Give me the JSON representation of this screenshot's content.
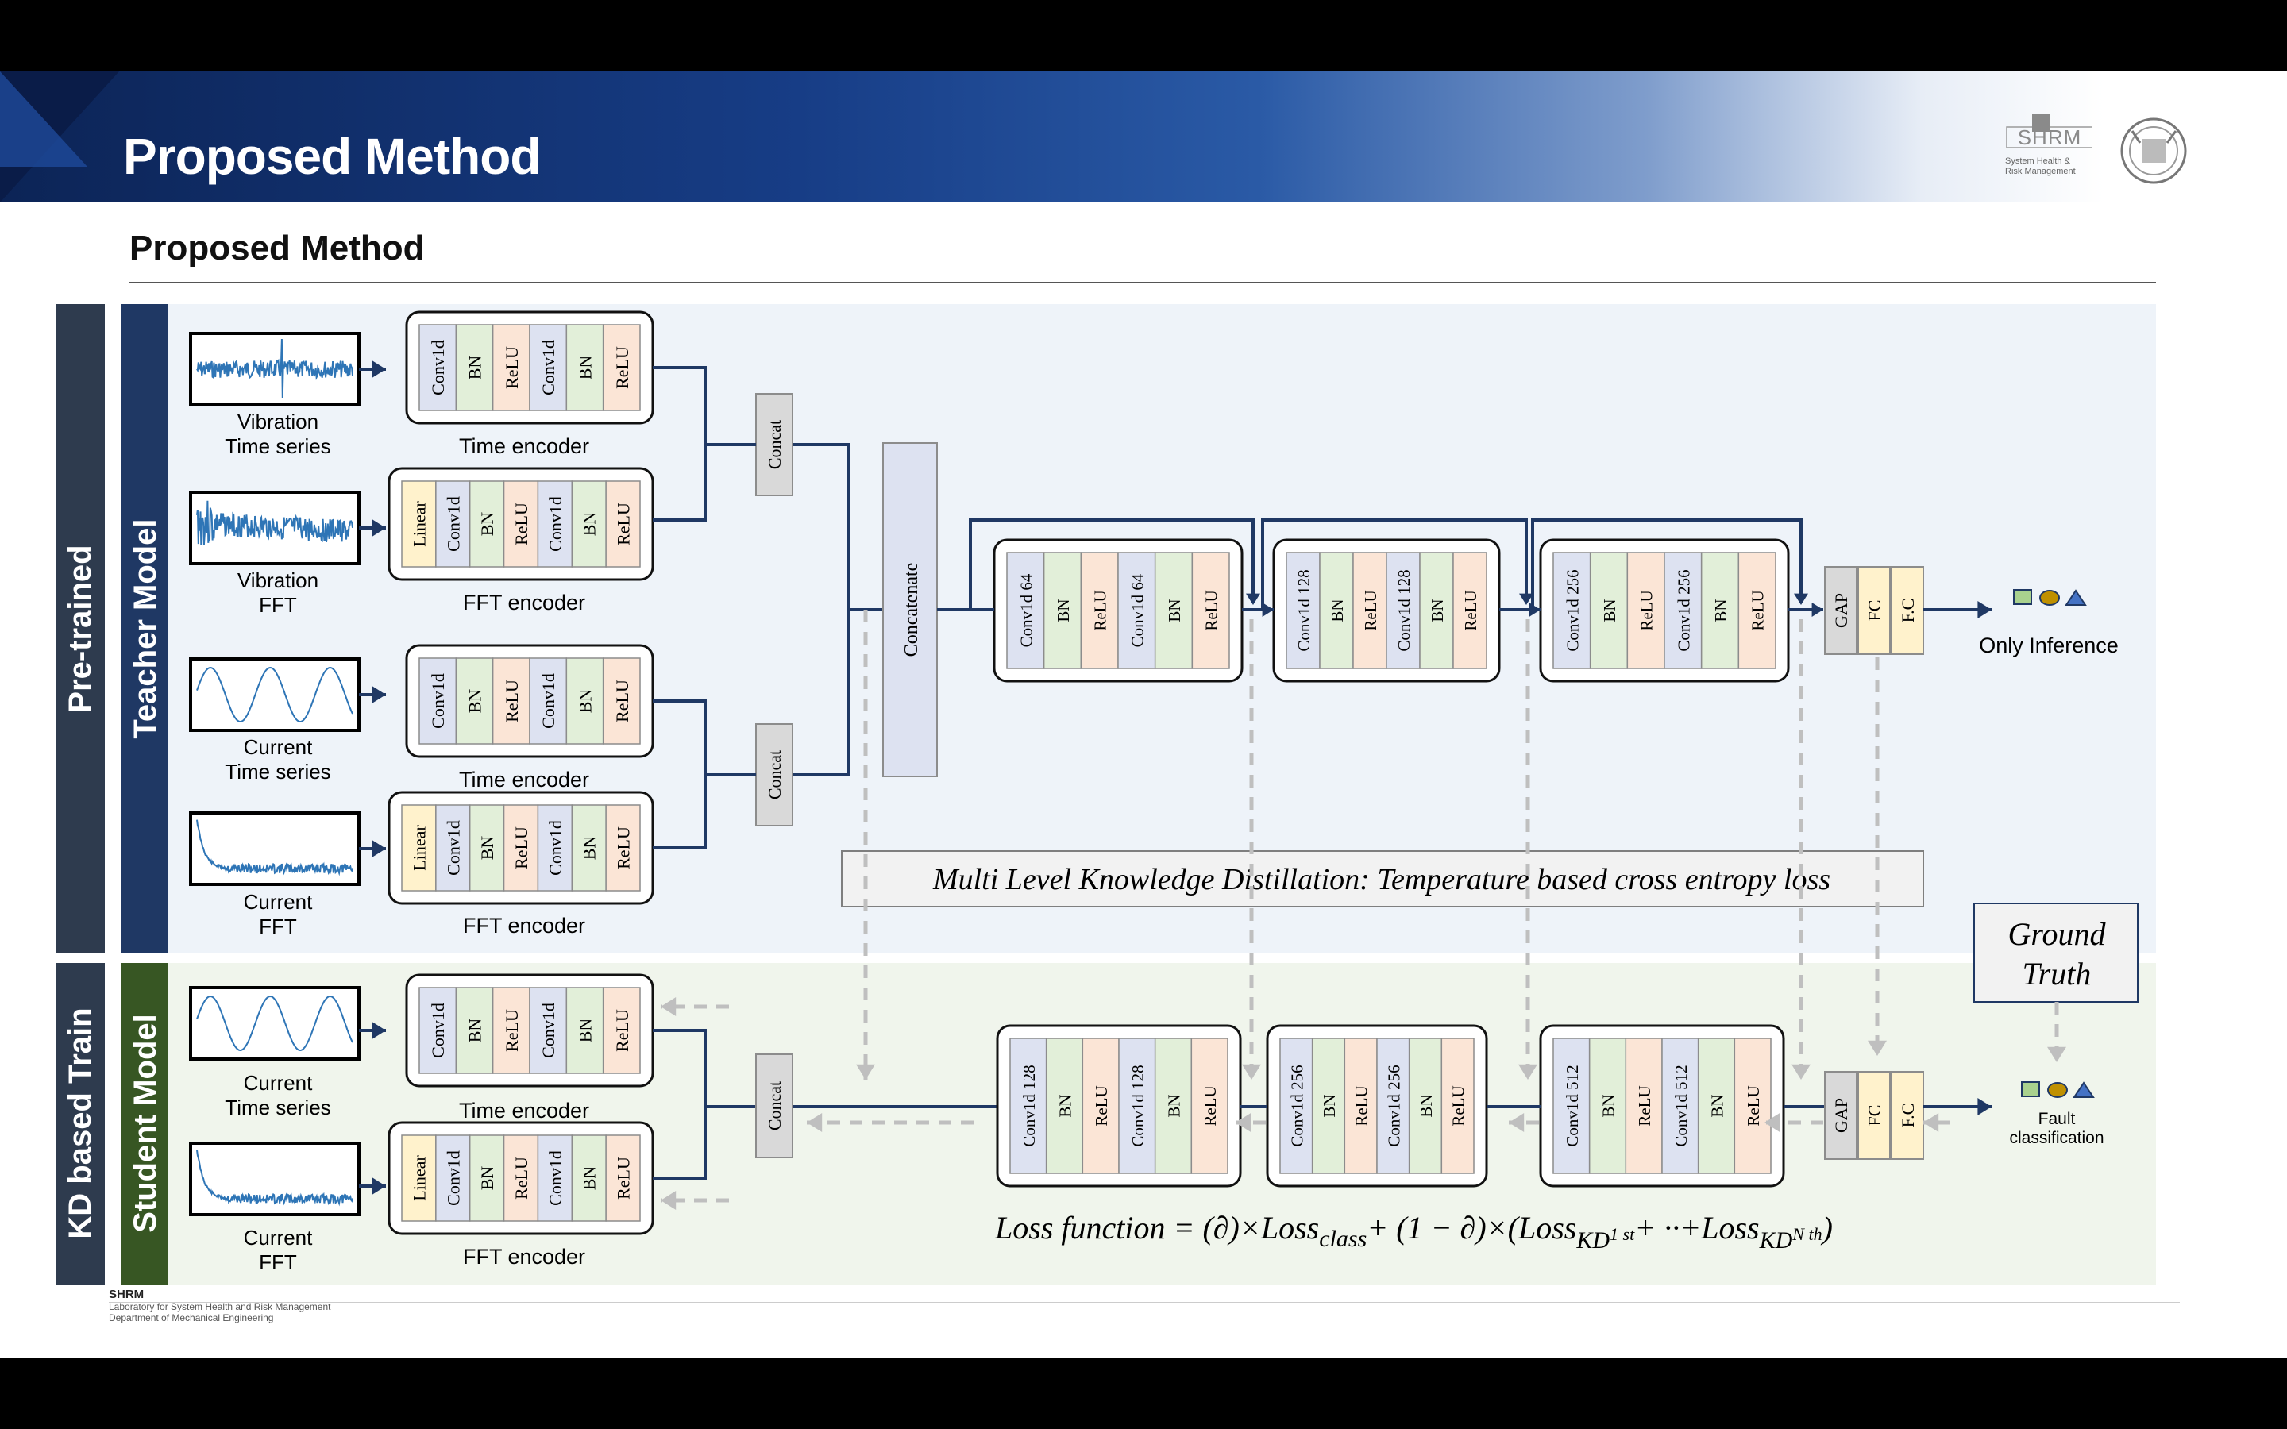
{
  "slide": {
    "banner_title": "Proposed Method",
    "section_title": "Proposed Method",
    "logo": {
      "text": "SHRM",
      "line1": "System Health &",
      "line2": "Risk Management"
    },
    "footer": {
      "name": "SHRM",
      "line1": "Laboratory for System Health and Risk Management",
      "line2": "Department of Mechanical Engineering"
    }
  },
  "colors": {
    "conv": "#dde2f1",
    "bn": "#e2efd9",
    "relu": "#fbe5d6",
    "linear": "#fff2cc",
    "gap": "#d9d9d9",
    "fc": "#fff2cc",
    "teacher_bg": "#eef3f9",
    "student_bg": "#f0f5ec",
    "side_dark": "#2e3b4e",
    "teacher_bar": "#1f3864",
    "student_bar": "#375623",
    "arrow": "#1f3864",
    "dash": "#bfbfbf"
  },
  "labels": {
    "pretrained": "Pre-trained",
    "teacher": "Teacher Model",
    "kd_train": "KD based Train",
    "student": "Student Model",
    "vib_ts": [
      "Vibration",
      "Time series"
    ],
    "vib_fft": [
      "Vibration",
      "FFT"
    ],
    "cur_ts": [
      "Current",
      "Time series"
    ],
    "cur_fft": [
      "Current",
      "FFT"
    ],
    "time_encoder": "Time encoder",
    "fft_encoder": "FFT encoder",
    "concat": "Concat",
    "concatenate": "Concatenate",
    "kd_banner": "Multi Level Knowledge Distillation: Temperature based cross entropy loss",
    "ground_truth": [
      "Ground",
      "Truth"
    ],
    "only_inference": "Only Inference",
    "fault_classification": [
      "Fault",
      "classification"
    ],
    "gap": "GAP",
    "fc": "FC",
    "fc2": "F.C"
  },
  "layers": {
    "time_encoder": [
      "Conv1d",
      "BN",
      "ReLU",
      "Conv1d",
      "BN",
      "ReLU"
    ],
    "fft_encoder": [
      "Linear",
      "Conv1d",
      "BN",
      "ReLU",
      "Conv1d",
      "BN",
      "ReLU"
    ],
    "teacher_blocks": [
      [
        "Conv1d 64",
        "BN",
        "ReLU",
        "Conv1d 64",
        "BN",
        "ReLU"
      ],
      [
        "Conv1d 128",
        "BN",
        "ReLU",
        "Conv1d 128",
        "BN",
        "ReLU"
      ],
      [
        "Conv1d 256",
        "BN",
        "ReLU",
        "Conv1d 256",
        "BN",
        "ReLU"
      ]
    ],
    "student_blocks": [
      [
        "Conv1d 128",
        "BN",
        "ReLU",
        "Conv1d 128",
        "BN",
        "ReLU"
      ],
      [
        "Conv1d 256",
        "BN",
        "ReLU",
        "Conv1d 256",
        "BN",
        "ReLU"
      ],
      [
        "Conv1d 512",
        "BN",
        "ReLU",
        "Conv1d 512",
        "BN",
        "ReLU"
      ]
    ]
  },
  "loss": {
    "prefix": "Loss function = ",
    "t1": "(∂)×Loss",
    "s1": "class",
    "t2": "+ (1 − ∂)×(Loss",
    "s2": "KD",
    "sup2": "1 st",
    "t3": "+  ··+Loss",
    "s3": "KD",
    "sup3": "N th",
    "t4": ")"
  }
}
